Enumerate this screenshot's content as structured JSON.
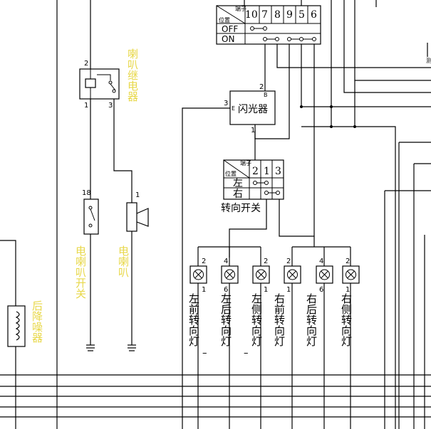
{
  "ignition_switch": {
    "header_terminal": "端子",
    "header_position": "位置",
    "terminals": [
      "10",
      "7",
      "8",
      "9",
      "5",
      "6"
    ],
    "positions": [
      "OFF",
      "ON"
    ]
  },
  "flasher": {
    "label": "闪光器",
    "pins": {
      "top": "2",
      "top_b": "B",
      "left": "3",
      "left_e": "E",
      "bottom": "1"
    }
  },
  "turn_switch": {
    "label": "转向开关",
    "header_terminal": "端子",
    "header_position": "位置",
    "terminals": [
      "2",
      "1",
      "3"
    ],
    "positions": [
      "左",
      "右"
    ]
  },
  "horn_relay": {
    "label": "喇叭继电器",
    "pins": {
      "p2": "2",
      "p1": "1",
      "p3": "3"
    }
  },
  "horn_switch": {
    "label": "电喇叭开关",
    "pin": "18"
  },
  "horn": {
    "label": "电喇叭",
    "pin": "1"
  },
  "rear_damper": {
    "label": "后降噪器"
  },
  "lamps": [
    {
      "top_pin": "2",
      "bottom_pin": "1",
      "label": "左前转向灯",
      "mark": "–"
    },
    {
      "top_pin": "4",
      "bottom_pin": "6",
      "label": "左后转向灯",
      "mark": "–"
    },
    {
      "top_pin": "2",
      "bottom_pin": "1",
      "label": "左侧转向灯",
      "mark": ""
    },
    {
      "top_pin": "2",
      "bottom_pin": "1",
      "label": "右前转向灯",
      "mark": ""
    },
    {
      "top_pin": "4",
      "bottom_pin": "6",
      "label": "右后转向灯",
      "mark": ""
    },
    {
      "top_pin": "2",
      "bottom_pin": "1",
      "label": "右侧转向灯",
      "mark": ""
    }
  ],
  "edge_text": "测"
}
